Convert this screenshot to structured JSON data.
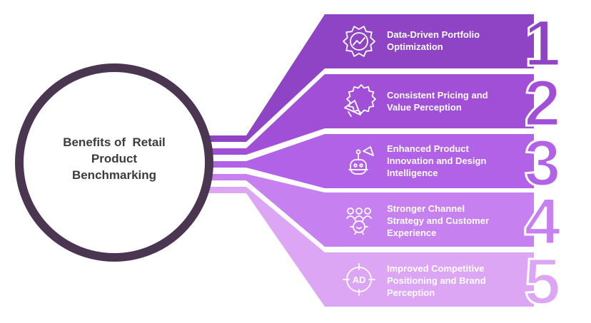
{
  "title_lines": [
    "Benefits of  Retail",
    "Product",
    "Benchmarking"
  ],
  "items": [
    {
      "number": "1",
      "lines": [
        "Data-Driven Portfolio",
        "Optimization"
      ],
      "icon": "gear-chart-icon",
      "color": "#8e44c5"
    },
    {
      "number": "2",
      "lines": [
        "Consistent Pricing and",
        "Value Perception"
      ],
      "icon": "megaphone-badge-icon",
      "color": "#a24fd8"
    },
    {
      "number": "3",
      "lines": [
        "Enhanced Product",
        "Innovation and Design",
        "Intelligence"
      ],
      "icon": "robot-megaphone-icon",
      "color": "#b262e6"
    },
    {
      "number": "4",
      "lines": [
        "Stronger Channel",
        "Strategy and Customer",
        "Experience"
      ],
      "icon": "people-gear-icon",
      "color": "#c780ef"
    },
    {
      "number": "5",
      "lines": [
        "Improved Competitive",
        "Positioning and Brand",
        "Perception"
      ],
      "icon": "ad-target-icon",
      "color": "#dda6f5"
    }
  ],
  "colors": {
    "ring": "#4a3650",
    "title": "#3c3c3c",
    "number_outline": "#ffffff"
  }
}
